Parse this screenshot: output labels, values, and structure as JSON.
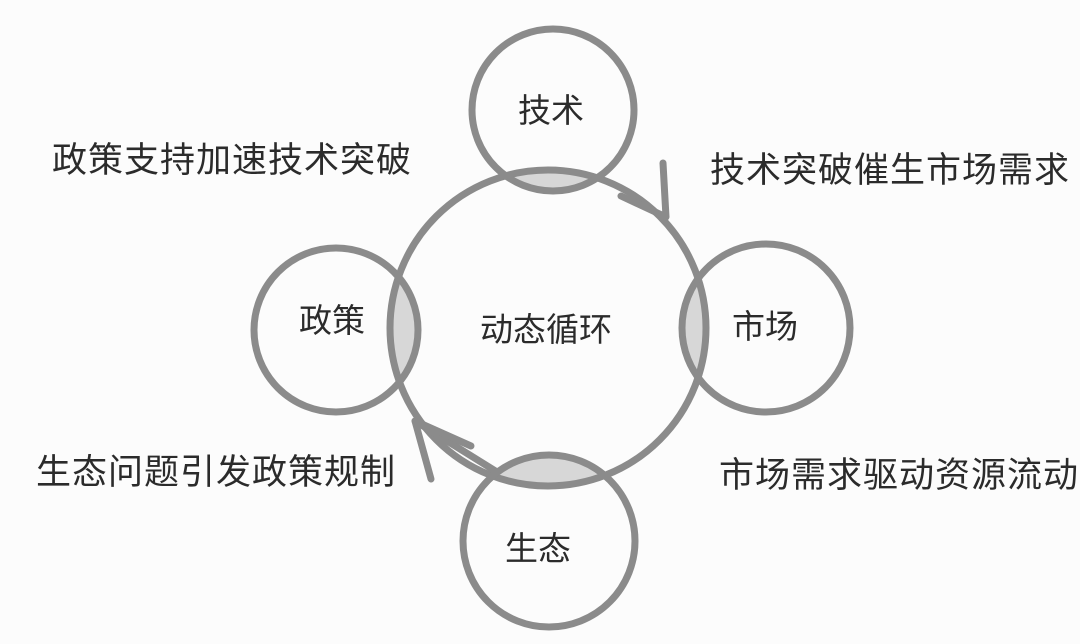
{
  "diagram": {
    "center_label": "动态循环",
    "nodes": [
      {
        "label": "技术",
        "position": "top"
      },
      {
        "label": "市场",
        "position": "right"
      },
      {
        "label": "生态",
        "position": "bottom"
      },
      {
        "label": "政策",
        "position": "left"
      }
    ],
    "annotations": [
      {
        "text": "政策支持加速技术突破",
        "position": "top-left"
      },
      {
        "text": "技术突破催生市场需求",
        "position": "top-right"
      },
      {
        "text": "生态问题引发政策规制",
        "position": "bottom-left"
      },
      {
        "text": "市场需求驱动资源流动",
        "position": "bottom-right"
      }
    ],
    "flow": {
      "direction": "clockwise",
      "sequence": [
        "技术",
        "市场",
        "生态",
        "政策"
      ]
    },
    "colors": {
      "circle_stroke": "#8b8b8b",
      "lens_fill": "#d7d7d7",
      "text": "#2b2b2b",
      "background": "#fcfcfc"
    }
  }
}
